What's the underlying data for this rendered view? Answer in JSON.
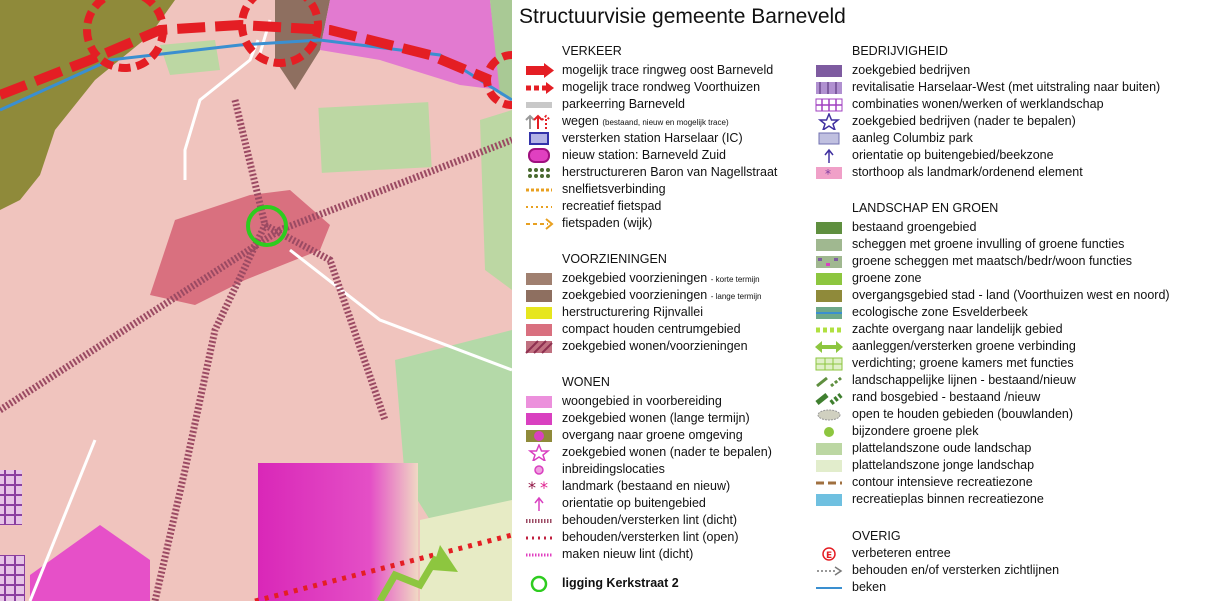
{
  "title": "Structuurvisie gemeente Barneveld",
  "verkeer": {
    "heading": "VERKEER",
    "items": [
      "mogelijk trace ringweg oost Barneveld",
      "mogelijk trace rondweg Voorthuizen",
      "parkeerring Barneveld",
      "wegen",
      "versterken station Harselaar (IC)",
      "nieuw station: Barneveld Zuid",
      "herstructureren Baron van Nagellstraat",
      "snelfietsverbinding",
      "recreatief fietspad",
      "fietspaden (wijk)"
    ],
    "wegen_note": "(bestaand, nieuw en mogelijk trace)"
  },
  "voorzieningen": {
    "heading": "VOORZIENINGEN",
    "items": [
      "zoekgebied voorzieningen",
      "zoekgebied voorzieningen",
      "herstructurering Rijnvallei",
      "compact houden centrumgebied",
      "zoekgebied wonen/voorzieningen"
    ],
    "notes": [
      "- korte termijn",
      "- lange termijn"
    ]
  },
  "wonen": {
    "heading": "WONEN",
    "items": [
      "woongebied in voorbereiding",
      "zoekgebied wonen (lange termijn)",
      "overgang naar groene omgeving",
      "zoekgebied wonen (nader te bepalen)",
      "inbreidingslocaties",
      "landmark (bestaand en nieuw)",
      "orientatie op buitengebied",
      "behouden/versterken lint (dicht)",
      "behouden/versterken lint (open)",
      "maken nieuw lint (dicht)"
    ]
  },
  "kerkstraat_label": "ligging Kerkstraat 2",
  "bedrijvigheid": {
    "heading": "BEDRIJVIGHEID",
    "items": [
      "zoekgebied bedrijven",
      "revitalisatie Harselaar-West (met uitstraling naar buiten)",
      "combinaties wonen/werken of werklandschap",
      "zoekgebied bedrijven (nader te bepalen)",
      "aanleg Columbiz park",
      "orientatie op buitengebied/beekzone",
      "storthoop als landmark/ordenend element"
    ]
  },
  "landschap": {
    "heading": "LANDSCHAP EN GROEN",
    "items": [
      "bestaand groengebied",
      "scheggen met groene invulling of groene functies",
      "groene scheggen met maatsch/bedr/woon functies",
      "groene zone",
      "overgangsgebied stad - land (Voorthuizen west en noord)",
      "ecologische zone Esvelderbeek",
      "zachte overgang naar landelijk gebied",
      "aanleggen/versterken groene verbinding",
      "verdichting; groene kamers met functies",
      "landschappelijke lijnen - bestaand/nieuw",
      "rand bosgebied - bestaand /nieuw",
      "open te houden gebieden (bouwlanden)",
      "bijzondere groene plek",
      "plattelandszone oude landschap",
      "plattelandszone jonge landschap",
      "contour intensieve recreatiezone",
      "recreatieplas binnen recreatiezone"
    ]
  },
  "overig": {
    "heading": "OVERIG",
    "items": [
      "verbeteren entree",
      "behouden en/of versterken zichtlijnen",
      "beken"
    ]
  }
}
